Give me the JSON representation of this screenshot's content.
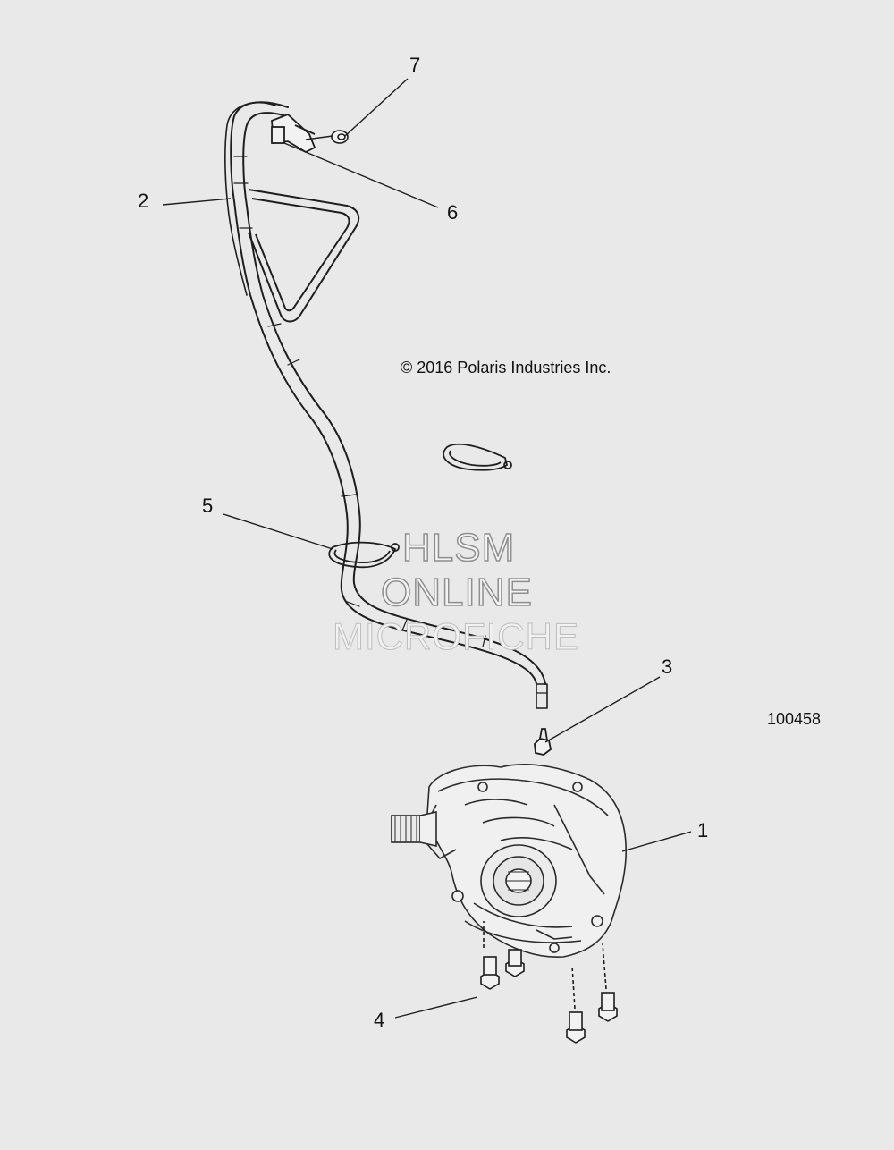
{
  "copyright": "© 2016 Polaris Industries Inc.",
  "drawing_number": "100458",
  "watermark": {
    "line1": "HLSM",
    "line2": "ONLINE",
    "line3": "MICROFICHE"
  },
  "callouts": {
    "c1": "1",
    "c2": "2",
    "c3": "3",
    "c4": "4",
    "c5": "5",
    "c6": "6",
    "c7": "7"
  },
  "colors": {
    "background": "#e9e9e9",
    "line": "#222222",
    "watermark_outline": "#8e8e8e"
  }
}
